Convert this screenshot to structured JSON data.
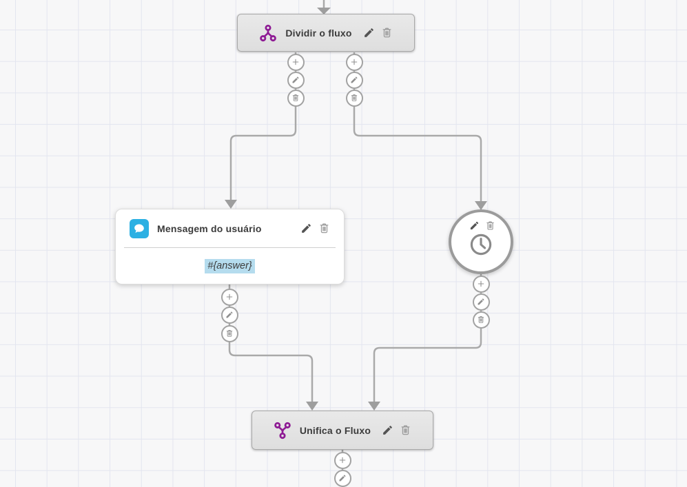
{
  "canvas": {
    "background_color": "#f7f7f8",
    "grid_line_color": "#e3e5ef",
    "connector_color": "#a9a9a9"
  },
  "colors": {
    "node_gray": "#e4e4e4",
    "accent_purple": "#8e1b94",
    "accent_blue": "#2cb0e3",
    "variable_highlight": "#b5dcee"
  },
  "nodes": {
    "split": {
      "label": "Dividir o fluxo",
      "icon": "split-branch-icon"
    },
    "user_message": {
      "label": "Mensagem do usuário",
      "icon": "chat-bubble-icon",
      "variable": "#{answer}"
    },
    "timer": {
      "icon": "clock-icon"
    },
    "merge": {
      "label": "Unifica o Fluxo",
      "icon": "merge-branch-icon"
    }
  },
  "connector_button_icons": [
    "plus-icon",
    "pencil-icon",
    "trash-icon"
  ],
  "node_action_icons": [
    "pencil-icon",
    "trash-icon"
  ]
}
